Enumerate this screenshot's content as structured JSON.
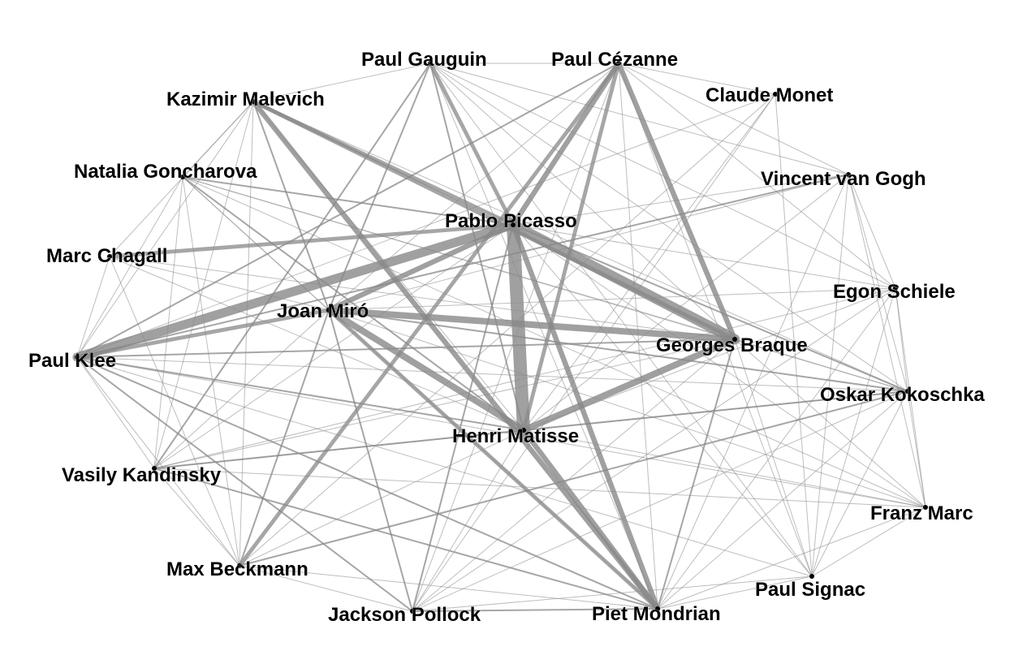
{
  "colors": {
    "background": "#ffffff",
    "edge": "#888888",
    "node": "#000000",
    "label": "#000000"
  },
  "nodes": [
    {
      "id": "paul_gauguin",
      "label": "Paul Gauguin"
    },
    {
      "id": "paul_cezanne",
      "label": "Paul Cézanne"
    },
    {
      "id": "claude_monet",
      "label": "Claude Monet"
    },
    {
      "id": "kazimir_malevich",
      "label": "Kazimir Malevich"
    },
    {
      "id": "natalia_goncharova",
      "label": "Natalia Goncharova"
    },
    {
      "id": "vincent_van_gogh",
      "label": "Vincent van Gogh"
    },
    {
      "id": "pablo_picasso",
      "label": "Pablo Picasso"
    },
    {
      "id": "marc_chagall",
      "label": "Marc Chagall"
    },
    {
      "id": "egon_schiele",
      "label": "Egon Schiele"
    },
    {
      "id": "joan_miro",
      "label": "Joan Miró"
    },
    {
      "id": "georges_braque",
      "label": "Georges Braque"
    },
    {
      "id": "paul_klee",
      "label": "Paul Klee"
    },
    {
      "id": "oskar_kokoschka",
      "label": "Oskar Kokoschka"
    },
    {
      "id": "henri_matisse",
      "label": "Henri Matisse"
    },
    {
      "id": "vasily_kandinsky",
      "label": "Vasily Kandinsky"
    },
    {
      "id": "franz_marc",
      "label": "Franz Marc"
    },
    {
      "id": "max_beckmann",
      "label": "Max Beckmann"
    },
    {
      "id": "paul_signac",
      "label": "Paul Signac"
    },
    {
      "id": "jackson_pollock",
      "label": "Jackson Pollock"
    },
    {
      "id": "piet_mondrian",
      "label": "Piet Mondrian"
    }
  ],
  "edges": [
    {
      "source": "pablo_picasso",
      "target": "henri_matisse",
      "weight": 10
    },
    {
      "source": "pablo_picasso",
      "target": "georges_braque",
      "weight": 8
    },
    {
      "source": "pablo_picasso",
      "target": "paul_klee",
      "weight": 7
    },
    {
      "source": "joan_miro",
      "target": "georges_braque",
      "weight": 5
    },
    {
      "source": "joan_miro",
      "target": "henri_matisse",
      "weight": 5
    },
    {
      "source": "georges_braque",
      "target": "henri_matisse",
      "weight": 5
    },
    {
      "source": "pablo_picasso",
      "target": "paul_cezanne",
      "weight": 4
    },
    {
      "source": "pablo_picasso",
      "target": "joan_miro",
      "weight": 4
    },
    {
      "source": "pablo_picasso",
      "target": "piet_mondrian",
      "weight": 4
    },
    {
      "source": "paul_cezanne",
      "target": "georges_braque",
      "weight": 4
    },
    {
      "source": "kazimir_malevich",
      "target": "piet_mondrian",
      "weight": 4
    },
    {
      "source": "henri_matisse",
      "target": "piet_mondrian",
      "weight": 4
    },
    {
      "source": "joan_miro",
      "target": "paul_klee",
      "weight": 3
    },
    {
      "source": "pablo_picasso",
      "target": "marc_chagall",
      "weight": 3
    },
    {
      "source": "pablo_picasso",
      "target": "paul_gauguin",
      "weight": 3
    },
    {
      "source": "kazimir_malevich",
      "target": "georges_braque",
      "weight": 3
    },
    {
      "source": "paul_cezanne",
      "target": "max_beckmann",
      "weight": 3
    },
    {
      "source": "joan_miro",
      "target": "piet_mondrian",
      "weight": 3
    },
    {
      "source": "kazimir_malevich",
      "target": "pablo_picasso",
      "weight": 3
    },
    {
      "source": "paul_cezanne",
      "target": "henri_matisse",
      "weight": 3
    },
    {
      "source": "natalia_goncharova",
      "target": "pablo_picasso",
      "weight": 2
    },
    {
      "source": "natalia_goncharova",
      "target": "henri_matisse",
      "weight": 2
    },
    {
      "source": "kazimir_malevich",
      "target": "joan_miro",
      "weight": 2
    },
    {
      "source": "paul_gauguin",
      "target": "henri_matisse",
      "weight": 2
    },
    {
      "source": "paul_gauguin",
      "target": "joan_miro",
      "weight": 2
    },
    {
      "source": "paul_klee",
      "target": "henri_matisse",
      "weight": 2
    },
    {
      "source": "paul_klee",
      "target": "georges_braque",
      "weight": 2
    },
    {
      "source": "joan_miro",
      "target": "jackson_pollock",
      "weight": 2
    },
    {
      "source": "joan_miro",
      "target": "max_beckmann",
      "weight": 2
    },
    {
      "source": "pablo_picasso",
      "target": "jackson_pollock",
      "weight": 2
    },
    {
      "source": "henri_matisse",
      "target": "vasily_kandinsky",
      "weight": 2
    },
    {
      "source": "henri_matisse",
      "target": "oskar_kokoschka",
      "weight": 2
    },
    {
      "source": "georges_braque",
      "target": "piet_mondrian",
      "weight": 2
    },
    {
      "source": "vasily_kandinsky",
      "target": "piet_mondrian",
      "weight": 2
    },
    {
      "source": "vasily_kandinsky",
      "target": "paul_gauguin",
      "weight": 2
    },
    {
      "source": "paul_klee",
      "target": "vincent_van_gogh",
      "weight": 2
    },
    {
      "source": "paul_cezanne",
      "target": "paul_klee",
      "weight": 2
    },
    {
      "source": "joan_miro",
      "target": "oskar_kokoschka",
      "weight": 2
    },
    {
      "source": "pablo_picasso",
      "target": "oskar_kokoschka",
      "weight": 2
    },
    {
      "source": "max_beckmann",
      "target": "oskar_kokoschka",
      "weight": 2
    },
    {
      "source": "paul_klee",
      "target": "piet_mondrian",
      "weight": 2
    },
    {
      "source": "jackson_pollock",
      "target": "piet_mondrian",
      "weight": 2
    },
    {
      "source": "paul_klee",
      "target": "jackson_pollock",
      "weight": 2
    },
    {
      "source": "paul_cezanne",
      "target": "joan_miro",
      "weight": 1
    },
    {
      "source": "paul_gauguin",
      "target": "georges_braque",
      "weight": 1
    },
    {
      "source": "paul_gauguin",
      "target": "vincent_van_gogh",
      "weight": 1
    },
    {
      "source": "paul_gauguin",
      "target": "paul_cezanne",
      "weight": 1
    },
    {
      "source": "paul_gauguin",
      "target": "kazimir_malevich",
      "weight": 1
    },
    {
      "source": "paul_gauguin",
      "target": "piet_mondrian",
      "weight": 1
    },
    {
      "source": "paul_gauguin",
      "target": "egon_schiele",
      "weight": 1
    },
    {
      "source": "paul_gauguin",
      "target": "paul_signac",
      "weight": 1
    },
    {
      "source": "paul_gauguin",
      "target": "oskar_kokoschka",
      "weight": 1
    },
    {
      "source": "paul_cezanne",
      "target": "claude_monet",
      "weight": 1
    },
    {
      "source": "paul_cezanne",
      "target": "vincent_van_gogh",
      "weight": 1
    },
    {
      "source": "paul_cezanne",
      "target": "piet_mondrian",
      "weight": 1
    },
    {
      "source": "paul_cezanne",
      "target": "paul_signac",
      "weight": 1
    },
    {
      "source": "paul_cezanne",
      "target": "egon_schiele",
      "weight": 1
    },
    {
      "source": "paul_cezanne",
      "target": "jackson_pollock",
      "weight": 1
    },
    {
      "source": "claude_monet",
      "target": "paul_klee",
      "weight": 1
    },
    {
      "source": "claude_monet",
      "target": "jackson_pollock",
      "weight": 1
    },
    {
      "source": "claude_monet",
      "target": "paul_signac",
      "weight": 1
    },
    {
      "source": "claude_monet",
      "target": "max_beckmann",
      "weight": 1
    },
    {
      "source": "claude_monet",
      "target": "henri_matisse",
      "weight": 1
    },
    {
      "source": "kazimir_malevich",
      "target": "henri_matisse",
      "weight": 1
    },
    {
      "source": "kazimir_malevich",
      "target": "natalia_goncharova",
      "weight": 1
    },
    {
      "source": "kazimir_malevich",
      "target": "vasily_kandinsky",
      "weight": 1
    },
    {
      "source": "kazimir_malevich",
      "target": "marc_chagall",
      "weight": 1
    },
    {
      "source": "kazimir_malevich",
      "target": "paul_klee",
      "weight": 1
    },
    {
      "source": "kazimir_malevich",
      "target": "oskar_kokoschka",
      "weight": 1
    },
    {
      "source": "kazimir_malevich",
      "target": "max_beckmann",
      "weight": 1
    },
    {
      "source": "natalia_goncharova",
      "target": "paul_klee",
      "weight": 1
    },
    {
      "source": "natalia_goncharova",
      "target": "joan_miro",
      "weight": 1
    },
    {
      "source": "natalia_goncharova",
      "target": "oskar_kokoschka",
      "weight": 1
    },
    {
      "source": "natalia_goncharova",
      "target": "georges_braque",
      "weight": 1
    },
    {
      "source": "natalia_goncharova",
      "target": "max_beckmann",
      "weight": 1
    },
    {
      "source": "natalia_goncharova",
      "target": "vasily_kandinsky",
      "weight": 1
    },
    {
      "source": "natalia_goncharova",
      "target": "piet_mondrian",
      "weight": 1
    },
    {
      "source": "natalia_goncharova",
      "target": "franz_marc",
      "weight": 1
    },
    {
      "source": "vincent_van_gogh",
      "target": "pablo_picasso",
      "weight": 1
    },
    {
      "source": "vincent_van_gogh",
      "target": "joan_miro",
      "weight": 1
    },
    {
      "source": "vincent_van_gogh",
      "target": "egon_schiele",
      "weight": 1
    },
    {
      "source": "vincent_van_gogh",
      "target": "oskar_kokoschka",
      "weight": 1
    },
    {
      "source": "vincent_van_gogh",
      "target": "franz_marc",
      "weight": 1
    },
    {
      "source": "vincent_van_gogh",
      "target": "paul_signac",
      "weight": 1
    },
    {
      "source": "vincent_van_gogh",
      "target": "henri_matisse",
      "weight": 1
    },
    {
      "source": "vincent_van_gogh",
      "target": "piet_mondrian",
      "weight": 1
    },
    {
      "source": "pablo_picasso",
      "target": "egon_schiele",
      "weight": 1
    },
    {
      "source": "pablo_picasso",
      "target": "vasily_kandinsky",
      "weight": 1
    },
    {
      "source": "pablo_picasso",
      "target": "franz_marc",
      "weight": 1
    },
    {
      "source": "pablo_picasso",
      "target": "paul_signac",
      "weight": 1
    },
    {
      "source": "marc_chagall",
      "target": "max_beckmann",
      "weight": 1
    },
    {
      "source": "marc_chagall",
      "target": "georges_braque",
      "weight": 1
    },
    {
      "source": "marc_chagall",
      "target": "henri_matisse",
      "weight": 1
    },
    {
      "source": "marc_chagall",
      "target": "joan_miro",
      "weight": 1
    },
    {
      "source": "egon_schiele",
      "target": "henri_matisse",
      "weight": 1
    },
    {
      "source": "egon_schiele",
      "target": "joan_miro",
      "weight": 1
    },
    {
      "source": "egon_schiele",
      "target": "jackson_pollock",
      "weight": 1
    },
    {
      "source": "egon_schiele",
      "target": "oskar_kokoschka",
      "weight": 1
    },
    {
      "source": "egon_schiele",
      "target": "franz_marc",
      "weight": 1
    },
    {
      "source": "egon_schiele",
      "target": "paul_signac",
      "weight": 1
    },
    {
      "source": "egon_schiele",
      "target": "piet_mondrian",
      "weight": 1
    },
    {
      "source": "egon_schiele",
      "target": "vasily_kandinsky",
      "weight": 1
    },
    {
      "source": "joan_miro",
      "target": "vasily_kandinsky",
      "weight": 1
    },
    {
      "source": "joan_miro",
      "target": "franz_marc",
      "weight": 1
    },
    {
      "source": "georges_braque",
      "target": "vasily_kandinsky",
      "weight": 1
    },
    {
      "source": "georges_braque",
      "target": "jackson_pollock",
      "weight": 1
    },
    {
      "source": "georges_braque",
      "target": "paul_signac",
      "weight": 1
    },
    {
      "source": "georges_braque",
      "target": "oskar_kokoschka",
      "weight": 1
    },
    {
      "source": "georges_braque",
      "target": "franz_marc",
      "weight": 1
    },
    {
      "source": "paul_klee",
      "target": "oskar_kokoschka",
      "weight": 1
    },
    {
      "source": "paul_klee",
      "target": "vasily_kandinsky",
      "weight": 1
    },
    {
      "source": "paul_klee",
      "target": "max_beckmann",
      "weight": 1
    },
    {
      "source": "paul_klee",
      "target": "franz_marc",
      "weight": 1
    },
    {
      "source": "paul_klee",
      "target": "paul_signac",
      "weight": 1
    },
    {
      "source": "paul_klee",
      "target": "marc_chagall",
      "weight": 1
    },
    {
      "source": "oskar_kokoschka",
      "target": "jackson_pollock",
      "weight": 1
    },
    {
      "source": "oskar_kokoschka",
      "target": "piet_mondrian",
      "weight": 1
    },
    {
      "source": "oskar_kokoschka",
      "target": "franz_marc",
      "weight": 1
    },
    {
      "source": "oskar_kokoschka",
      "target": "paul_signac",
      "weight": 1
    },
    {
      "source": "oskar_kokoschka",
      "target": "vasily_kandinsky",
      "weight": 1
    },
    {
      "source": "henri_matisse",
      "target": "jackson_pollock",
      "weight": 1
    },
    {
      "source": "henri_matisse",
      "target": "franz_marc",
      "weight": 1
    },
    {
      "source": "henri_matisse",
      "target": "max_beckmann",
      "weight": 1
    },
    {
      "source": "vasily_kandinsky",
      "target": "max_beckmann",
      "weight": 1
    },
    {
      "source": "vasily_kandinsky",
      "target": "franz_marc",
      "weight": 1
    },
    {
      "source": "franz_marc",
      "target": "piet_mondrian",
      "weight": 1
    },
    {
      "source": "franz_marc",
      "target": "paul_signac",
      "weight": 1
    },
    {
      "source": "max_beckmann",
      "target": "piet_mondrian",
      "weight": 1
    },
    {
      "source": "max_beckmann",
      "target": "jackson_pollock",
      "weight": 1
    },
    {
      "source": "paul_signac",
      "target": "piet_mondrian",
      "weight": 1
    },
    {
      "source": "paul_signac",
      "target": "jackson_pollock",
      "weight": 1
    }
  ]
}
